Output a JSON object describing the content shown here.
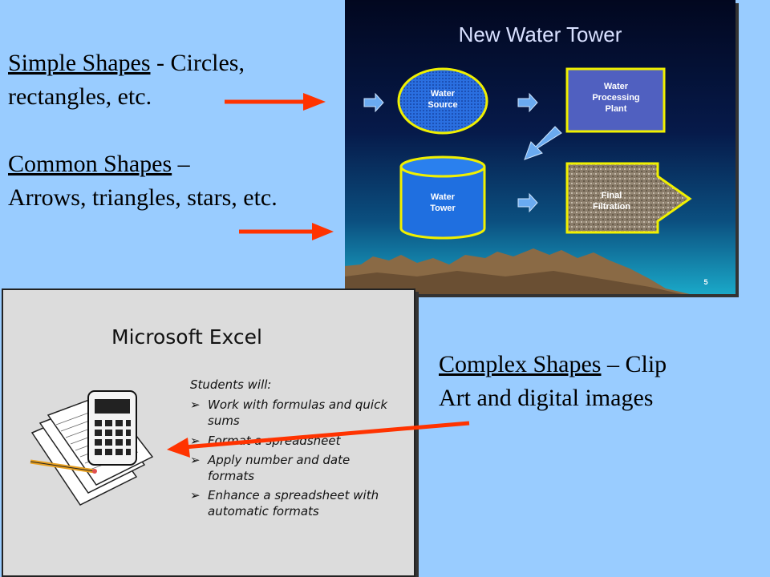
{
  "left_text": {
    "simple_title": "Simple Shapes",
    "simple_sep": " - ",
    "simple_line1_rest": "Circles,",
    "simple_line2": "rectangles,  etc.",
    "common_title": "Common  Shapes",
    "common_sep": " – ",
    "common_line2": "Arrows,  triangles,  stars,  etc.",
    "complex_title": "Complex  Shapes",
    "complex_sep": " – Clip",
    "complex_line2": "Art and digital  images"
  },
  "water_slide": {
    "title": "New Water Tower",
    "water_source": "Water Source",
    "processing": "Water Processing Plant",
    "tower": "Water Tower",
    "filtration": "Final Filtration",
    "page_number": "5"
  },
  "excel_slide": {
    "title": "Microsoft Excel",
    "intro": "Students will:",
    "bullet_mark": "➢",
    "bullets": [
      "Work with formulas and quick sums",
      "Format a spreadsheet",
      "Apply number and date formats",
      "Enhance a spreadsheet with automatic formats"
    ]
  },
  "colors": {
    "background": "#99ccff",
    "arrow": "#ff3300"
  }
}
